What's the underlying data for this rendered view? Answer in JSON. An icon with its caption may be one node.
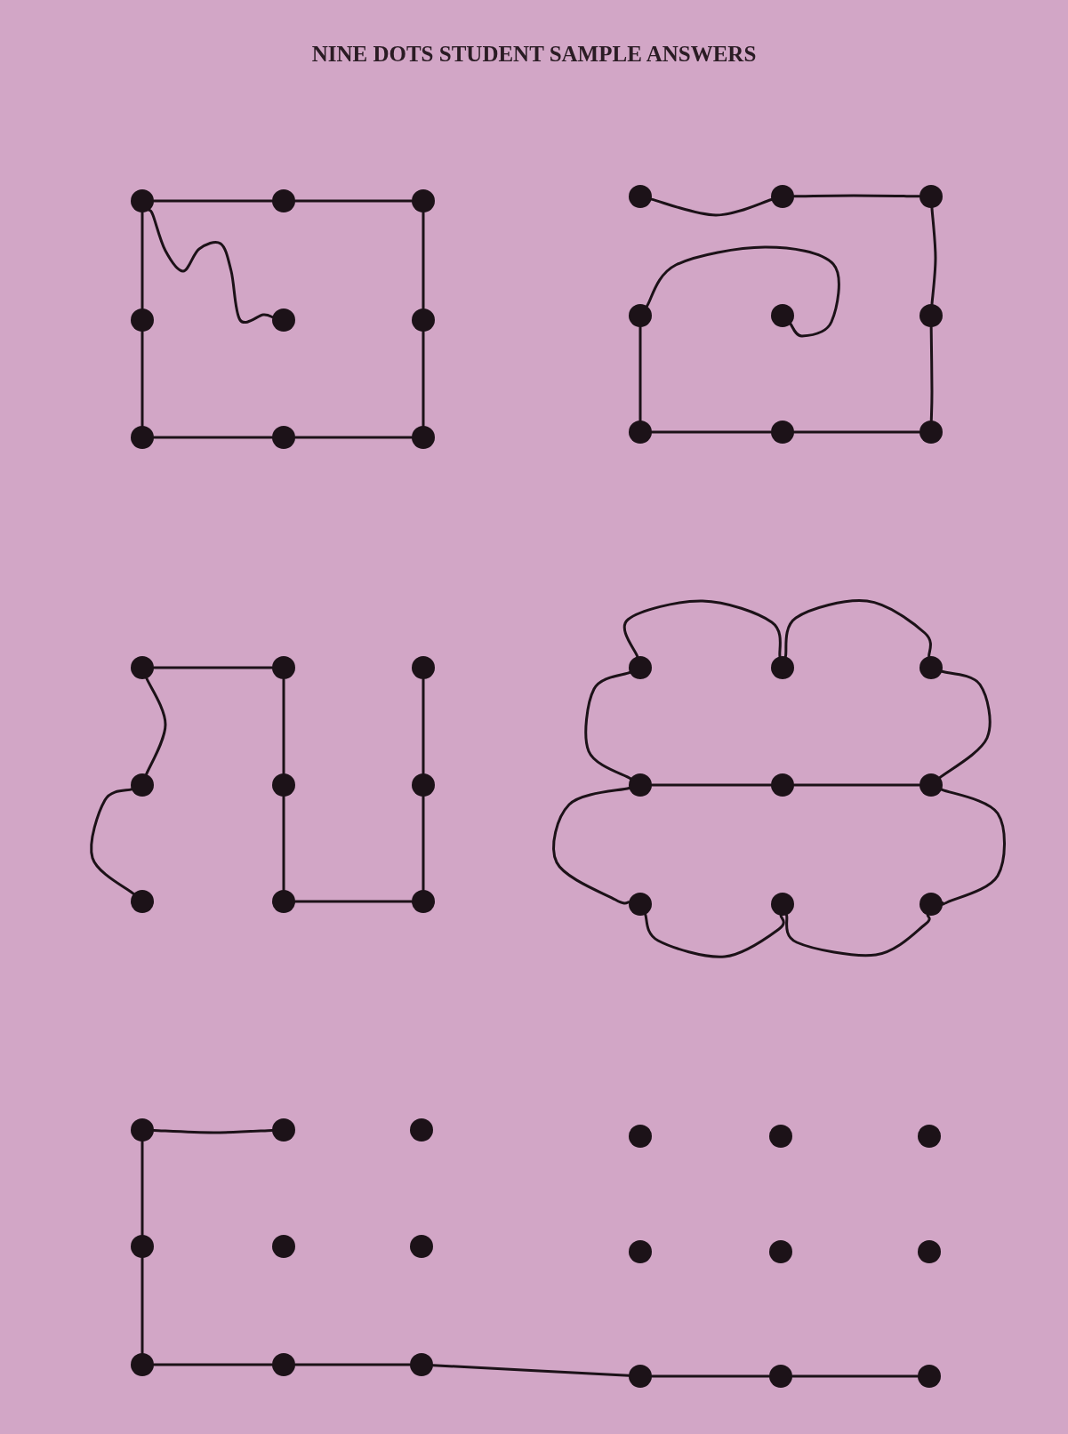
{
  "diagram": {
    "title": "NINE DOTS STUDENT SAMPLE ANSWERS",
    "nodes": [
      {
        "text": [],
        "shape": "circle"
      },
      {
        "text": [],
        "shape": "circle"
      },
      {
        "text": [],
        "shape": "circle"
      },
      {
        "text": [],
        "shape": "circle"
      },
      {
        "text": [],
        "shape": "circle"
      },
      {
        "text": [],
        "shape": "circle"
      },
      {
        "text": [],
        "shape": "circle"
      },
      {
        "text": [],
        "shape": "circle"
      },
      {
        "text": [],
        "shape": "circle"
      },
      {
        "text": [],
        "shape": "circle"
      },
      {
        "text": [],
        "shape": "circle"
      },
      {
        "text": [],
        "shape": "circle"
      },
      {
        "text": [],
        "shape": "circle"
      },
      {
        "text": [],
        "shape": "circle"
      },
      {
        "text": [],
        "shape": "circle"
      },
      {
        "text": [],
        "shape": "circle"
      },
      {
        "text": [],
        "shape": "circle"
      },
      {
        "text": [],
        "shape": "circle"
      },
      {
        "text": [],
        "shape": "circle"
      },
      {
        "text": [],
        "shape": "circle"
      },
      {
        "text": [],
        "shape": "circle"
      },
      {
        "text": [],
        "shape": "circle"
      },
      {
        "text": [],
        "shape": "circle"
      },
      {
        "text": [],
        "shape": "circle"
      },
      {
        "text": [],
        "shape": "circle"
      },
      {
        "text": [],
        "shape": "circle"
      },
      {
        "text": [],
        "shape": "circle"
      },
      {
        "text": [],
        "shape": "circle"
      },
      {
        "text": [],
        "shape": "circle"
      },
      {
        "text": [],
        "shape": "circle"
      },
      {
        "text": [],
        "shape": "circle"
      },
      {
        "text": [],
        "shape": "circle"
      },
      {
        "text": [],
        "shape": "circle"
      },
      {
        "text": [],
        "shape": "circle"
      },
      {
        "text": [],
        "shape": "circle"
      },
      {
        "text": [],
        "shape": "circle"
      },
      {
        "text": [],
        "shape": "circle"
      },
      {
        "text": [],
        "shape": "circle"
      },
      {
        "text": [],
        "shape": "circle"
      },
      {
        "text": [],
        "shape": "circle"
      },
      {
        "text": [],
        "shape": "circle"
      },
      {
        "text": [],
        "shape": "circle"
      },
      {
        "text": [],
        "shape": "circle"
      },
      {
        "text": [],
        "shape": "circle"
      },
      {
        "text": [],
        "shape": "circle"
      },
      {
        "text": [],
        "shape": "circle"
      },
      {
        "text": [],
        "shape": "circle"
      },
      {
        "text": [],
        "shape": "circle"
      },
      {
        "text": [],
        "shape": "circle"
      },
      {
        "text": [],
        "shape": "circle"
      },
      {
        "text": [],
        "shape": "circle"
      },
      {
        "text": [],
        "shape": "circle"
      },
      {
        "text": [],
        "shape": "circle"
      },
      {
        "text": [],
        "shape": "circle"
      }
    ],
    "edges": [
      {
        "from": 4,
        "to": 0,
        "arrow": "none"
      },
      {
        "from": 0,
        "to": 1,
        "arrow": "none"
      },
      {
        "from": 1,
        "to": 2,
        "arrow": "none"
      },
      {
        "from": 2,
        "to": 5,
        "arrow": "none"
      },
      {
        "from": 5,
        "to": 8,
        "arrow": "none"
      },
      {
        "from": 8,
        "to": 7,
        "arrow": "none"
      },
      {
        "from": 7,
        "to": 6,
        "arrow": "none"
      },
      {
        "from": 6,
        "to": 3,
        "arrow": "none"
      },
      {
        "from": 3,
        "to": 0,
        "arrow": "none"
      },
      {
        "from": 9,
        "to": 10,
        "arrow": "none"
      },
      {
        "from": 10,
        "to": 11,
        "arrow": "none"
      },
      {
        "from": 11,
        "to": 14,
        "arrow": "none"
      },
      {
        "from": 14,
        "to": 17,
        "arrow": "none"
      },
      {
        "from": 17,
        "to": 16,
        "arrow": "none"
      },
      {
        "from": 16,
        "to": 15,
        "arrow": "none"
      },
      {
        "from": 15,
        "to": 12,
        "arrow": "none"
      },
      {
        "from": 12,
        "to": 13,
        "arrow": "none"
      },
      {
        "from": 24,
        "to": 21,
        "arrow": "none"
      },
      {
        "from": 21,
        "to": 18,
        "arrow": "none"
      },
      {
        "from": 18,
        "to": 19,
        "arrow": "none"
      },
      {
        "from": 19,
        "to": 22,
        "arrow": "none"
      },
      {
        "from": 22,
        "to": 25,
        "arrow": "none"
      },
      {
        "from": 25,
        "to": 26,
        "arrow": "none"
      },
      {
        "from": 26,
        "to": 23,
        "arrow": "none"
      },
      {
        "from": 23,
        "to": 20,
        "arrow": "none"
      },
      {
        "from": 27,
        "to": 28,
        "arrow": "none"
      },
      {
        "from": 28,
        "to": 29,
        "arrow": "none"
      },
      {
        "from": 29,
        "to": 32,
        "arrow": "none"
      },
      {
        "from": 27,
        "to": 30,
        "arrow": "none"
      },
      {
        "from": 30,
        "to": 31,
        "arrow": "none"
      },
      {
        "from": 31,
        "to": 32,
        "arrow": "none"
      },
      {
        "from": 30,
        "to": 33,
        "arrow": "none"
      },
      {
        "from": 32,
        "to": 35,
        "arrow": "none"
      },
      {
        "from": 33,
        "to": 34,
        "arrow": "none"
      },
      {
        "from": 34,
        "to": 35,
        "arrow": "none"
      },
      {
        "from": 37,
        "to": 36,
        "arrow": "none"
      },
      {
        "from": 36,
        "to": 39,
        "arrow": "none"
      },
      {
        "from": 39,
        "to": 42,
        "arrow": "none"
      },
      {
        "from": 42,
        "to": 43,
        "arrow": "none"
      },
      {
        "from": 43,
        "to": 44,
        "arrow": "none"
      },
      {
        "from": 44,
        "to": 51,
        "arrow": "none"
      },
      {
        "from": 51,
        "to": 52,
        "arrow": "none"
      },
      {
        "from": 52,
        "to": 53,
        "arrow": "none"
      }
    ]
  }
}
